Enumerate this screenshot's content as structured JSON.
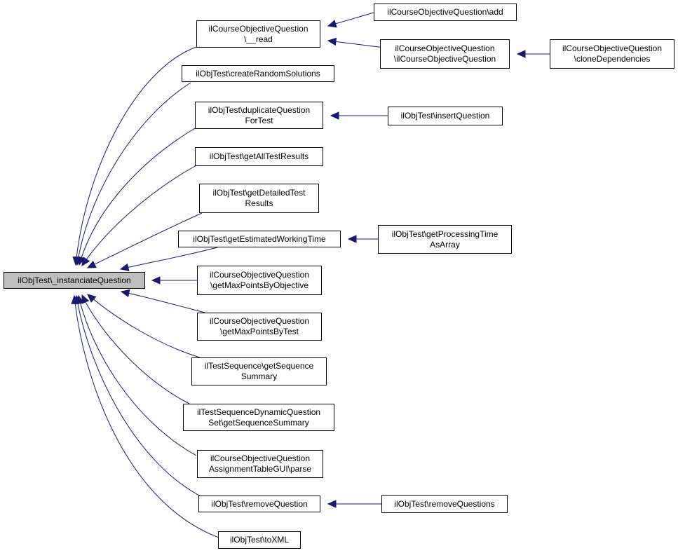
{
  "nodes": {
    "n0": [
      "ilObjTest\\_instanciateQuestion"
    ],
    "n1": [
      "ilCourseObjectiveQuestion",
      "\\__read"
    ],
    "n2": [
      "ilObjTest\\createRandomSolutions"
    ],
    "n3": [
      "ilObjTest\\duplicateQuestion",
      "ForTest"
    ],
    "n4": [
      "ilObjTest\\getAllTestResults"
    ],
    "n5": [
      "ilObjTest\\getDetailedTest",
      "Results"
    ],
    "n6": [
      "ilObjTest\\getEstimatedWorkingTime"
    ],
    "n7": [
      "ilCourseObjectiveQuestion",
      "\\getMaxPointsByObjective"
    ],
    "n8": [
      "ilCourseObjectiveQuestion",
      "\\getMaxPointsByTest"
    ],
    "n9": [
      "ilTestSequence\\getSequence",
      "Summary"
    ],
    "n10": [
      "ilTestSequenceDynamicQuestion",
      "Set\\getSequenceSummary"
    ],
    "n11": [
      "ilCourseObjectiveQuestion",
      "AssignmentTableGUI\\parse"
    ],
    "n12": [
      "ilObjTest\\removeQuestion"
    ],
    "n13": [
      "ilObjTest\\toXML"
    ],
    "n14": [
      "ilCourseObjectiveQuestion\\add"
    ],
    "n15": [
      "ilCourseObjectiveQuestion",
      "\\ilCourseObjectiveQuestion"
    ],
    "n16": [
      "ilCourseObjectiveQuestion",
      "\\cloneDependencies"
    ],
    "n17": [
      "ilObjTest\\insertQuestion"
    ],
    "n18": [
      "ilObjTest\\getProcessingTime",
      "AsArray"
    ],
    "n19": [
      "ilObjTest\\removeQuestions"
    ]
  },
  "edges": [
    [
      "n1",
      "n0"
    ],
    [
      "n2",
      "n0"
    ],
    [
      "n3",
      "n0"
    ],
    [
      "n4",
      "n0"
    ],
    [
      "n5",
      "n0"
    ],
    [
      "n6",
      "n0"
    ],
    [
      "n7",
      "n0"
    ],
    [
      "n8",
      "n0"
    ],
    [
      "n9",
      "n0"
    ],
    [
      "n10",
      "n0"
    ],
    [
      "n11",
      "n0"
    ],
    [
      "n12",
      "n0"
    ],
    [
      "n13",
      "n0"
    ],
    [
      "n14",
      "n1"
    ],
    [
      "n15",
      "n1"
    ],
    [
      "n16",
      "n15"
    ],
    [
      "n17",
      "n3"
    ],
    [
      "n18",
      "n6"
    ],
    [
      "n19",
      "n12"
    ]
  ],
  "colors": {
    "edge": "#191970",
    "node_border": "#000000",
    "node_fill": "#ffffff",
    "focus_fill": "#bfbfbf"
  }
}
